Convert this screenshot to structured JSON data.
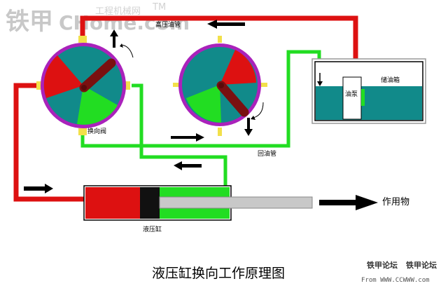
{
  "watermark": {
    "brand": "铁甲",
    "site": "CHome.com",
    "site_cn": "工程机械网",
    "tm": "TM",
    "forum": "铁甲论坛",
    "forum_extra": "铁甲论坛",
    "url": "From WWW.CCWWW.com"
  },
  "labels": {
    "high_pressure_pipe": "高压油管",
    "oil_tank": "储油箱",
    "oil_pump": "油泵",
    "reversing_valve": "换向阀",
    "return_pipe": "回油管",
    "hydraulic_cylinder": "液压缸",
    "work_object": "作用物"
  },
  "title": "液压缸换向工作原理图",
  "colors": {
    "high_pressure": "#dd1111",
    "return_oil": "#22dd22",
    "oil": "#118a8a",
    "valve_rim": "#aa22bb",
    "rotor": "#7a1010",
    "port": "#f2e04a",
    "rod": "#c8c8c8"
  }
}
